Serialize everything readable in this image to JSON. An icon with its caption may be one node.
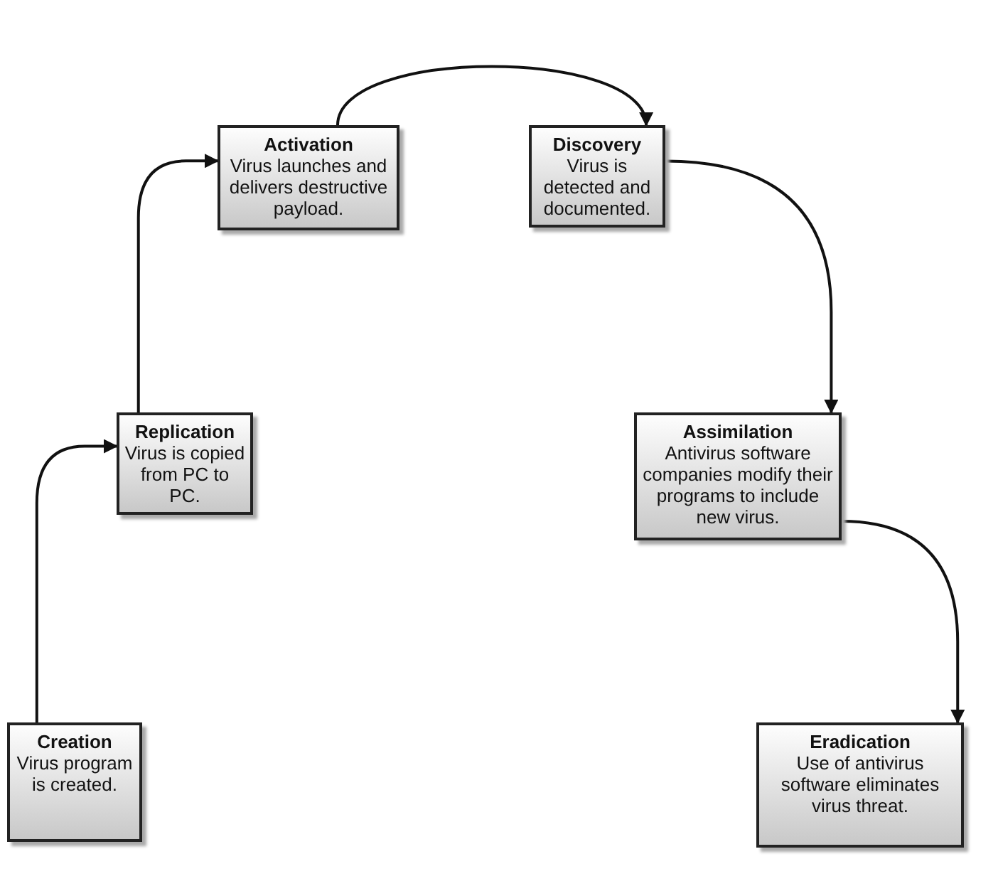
{
  "diagram": {
    "nodes": [
      {
        "text": [
          "Creation",
          "Virus program is created."
        ]
      },
      {
        "text": [
          "Replication",
          "Virus is copied from PC to PC."
        ]
      },
      {
        "text": [
          "Activation",
          "Virus launches and delivers destructive payload."
        ]
      },
      {
        "text": [
          "Discovery",
          "Virus is detected and documented."
        ]
      },
      {
        "text": [
          "Assimilation",
          "Antivirus software companies modify their programs to include new virus."
        ]
      },
      {
        "text": [
          "Eradication",
          "Use of antivirus software eliminates virus threat."
        ]
      }
    ],
    "edges": [
      {
        "from": 0,
        "to": 1,
        "arrow": "to"
      },
      {
        "from": 1,
        "to": 2,
        "arrow": "to"
      },
      {
        "from": 2,
        "to": 3,
        "arrow": "to"
      },
      {
        "from": 3,
        "to": 4,
        "arrow": "to"
      },
      {
        "from": 4,
        "to": 5,
        "arrow": "to"
      }
    ]
  }
}
